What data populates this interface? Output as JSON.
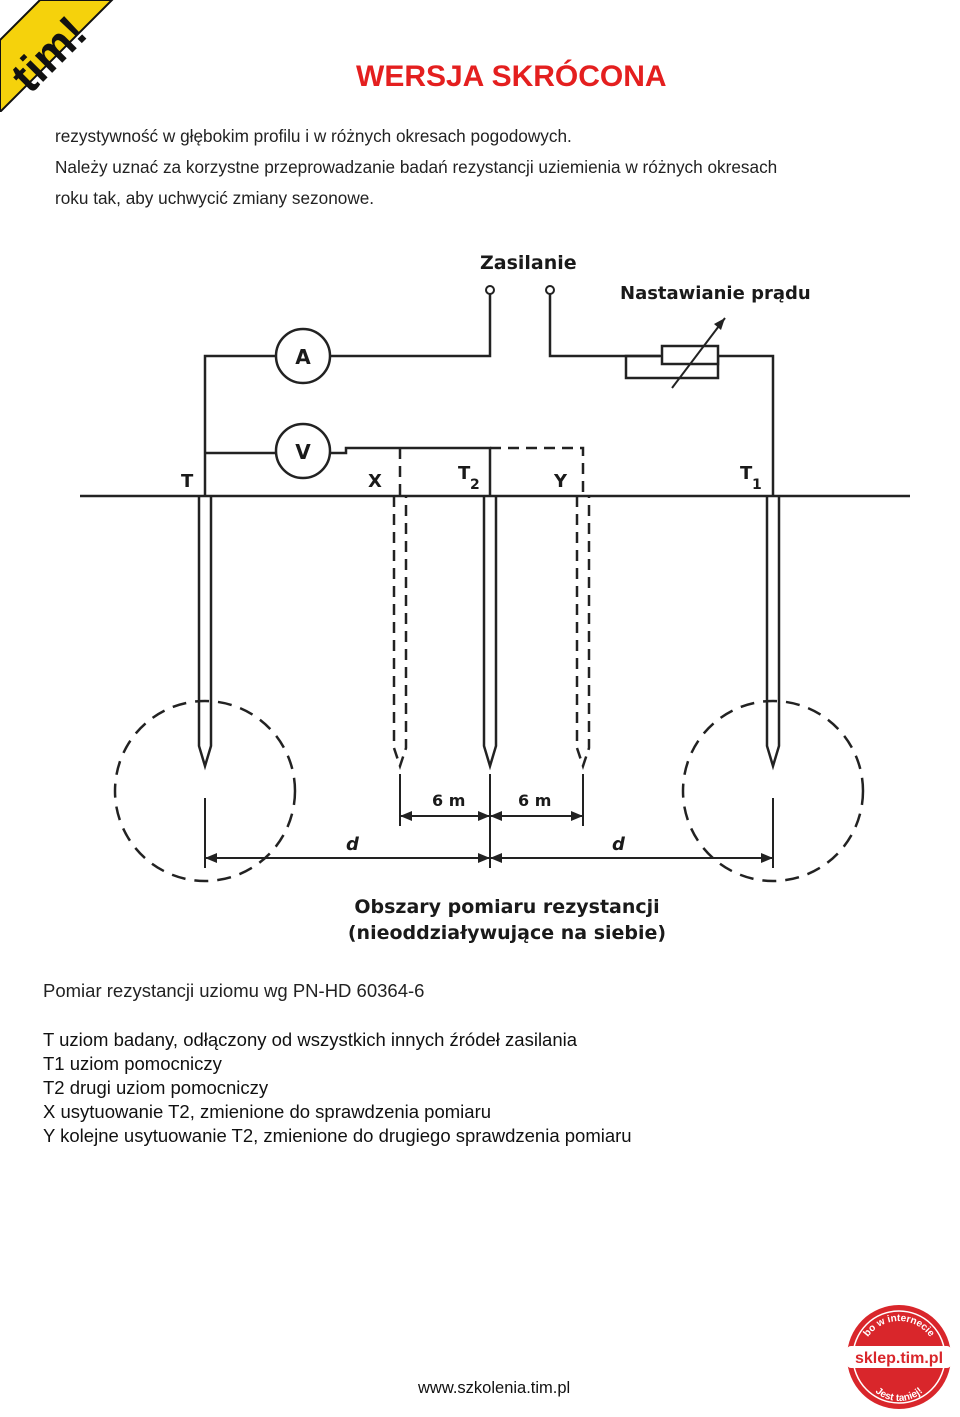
{
  "header": {
    "logo_text": "tim!",
    "title": "WERSJA SKRÓCONA"
  },
  "intro": {
    "lines": [
      "rezystywność w głębokim profilu i w różnych okresach pogodowych.",
      "Należy uznać za korzystne przeprowadzanie badań rezystancji uziemienia w różnych okresach",
      "roku tak, aby uchwycić zmiany sezonowe."
    ]
  },
  "diagram": {
    "supply_label": "Zasilanie",
    "current_adjust_label": "Nastawianie prądu",
    "ammeter_label": "A",
    "voltmeter_label": "V",
    "electrode_t": "T",
    "electrode_x": "X",
    "electrode_t2": "T",
    "electrode_t2_sub": "2",
    "electrode_y": "Y",
    "electrode_t1": "T",
    "electrode_t1_sub": "1",
    "dist_left_6m": "6 m",
    "dist_right_6m": "6 m",
    "dist_left_d": "d",
    "dist_right_d": "d",
    "areas_line1": "Obszary pomiaru rezystancji",
    "areas_line2": "(nieoddziaływujące na siebie)"
  },
  "caption": "Pomiar rezystancji uziomu wg PN-HD 60364-6",
  "legend": [
    "T uziom badany, odłączony od wszystkich innych źródeł zasilania",
    "T1 uziom pomocniczy",
    "T2 drugi uziom pomocniczy",
    "X usytuowanie T2, zmienione do sprawdzenia pomiaru",
    "Y kolejne usytuowanie T2, zmienione do drugiego sprawdzenia pomiaru"
  ],
  "footer": {
    "url": "www.szkolenia.tim.pl",
    "badge_top": "bo w internecie",
    "badge_main": "sklep.tim.pl",
    "badge_bottom": "Jest taniej!"
  },
  "colors": {
    "title_red": "#e41f1f",
    "logo_yellow": "#f5d20c",
    "badge_red": "#d9262b"
  }
}
